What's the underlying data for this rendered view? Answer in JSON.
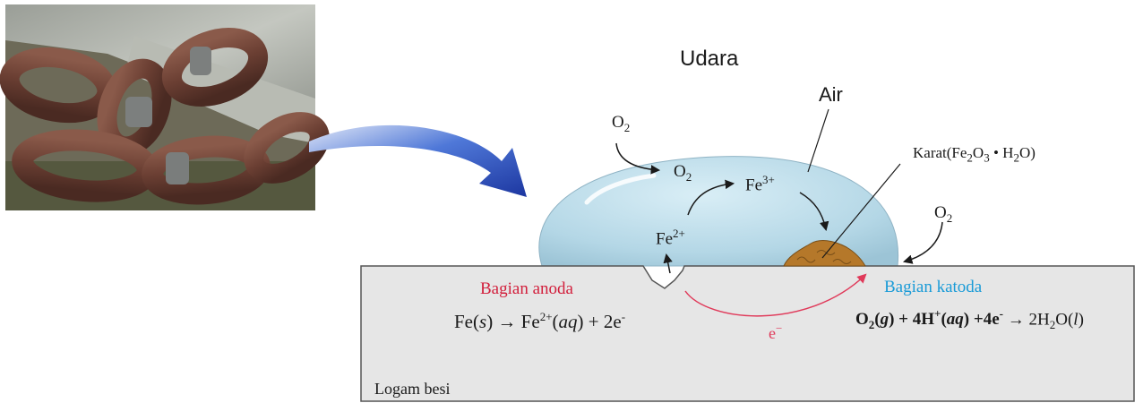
{
  "labels": {
    "udara": "Udara",
    "air": "Air",
    "o2_top": "O",
    "o2_top_sub": "2",
    "o2_drop": "O",
    "o2_drop_sub": "2",
    "o2_right": "O",
    "o2_right_sub": "2",
    "fe3": "Fe",
    "fe3_sup": "3+",
    "fe2": "Fe",
    "fe2_sup": "2+",
    "karat_prefix": "Karat(Fe",
    "karat_sub1": "2",
    "karat_mid": "O",
    "karat_sub2": "3",
    "karat_suffix": " • H",
    "karat_sub3": "2",
    "karat_end": "O)",
    "bagian_anoda": "Bagian anoda",
    "bagian_katoda": "Bagian katoda",
    "electron": "e",
    "electron_sup": "−",
    "logam_besi": "Logam besi"
  },
  "equations": {
    "anode": {
      "p1": "Fe(",
      "p2": "s",
      "p3": ") → Fe",
      "p3_sup": "2+",
      "p4": "(",
      "p5": "aq",
      "p6": ") + 2e",
      "p6_sup": "-"
    },
    "cathode": {
      "p1": "O",
      "p1_sub": "2",
      "p2": "(",
      "p3": "g",
      "p4": ") + 4H",
      "p4_sup": "+",
      "p5": "(",
      "p6": "aq",
      "p7": ") +4e",
      "p7_sup": "-",
      "p8": " → 2H",
      "p8_sub": "2",
      "p9": "O(",
      "p10": "l",
      "p11": ")"
    }
  },
  "colors": {
    "anode_label": "#d21f3c",
    "cathode_label": "#1a9bd7",
    "electron_arrow": "#e03a5a",
    "droplet": "#b9dbe8",
    "metal": "#e6e6e6",
    "rust": "#b5782a",
    "big_arrow": "#2b4fb5"
  }
}
